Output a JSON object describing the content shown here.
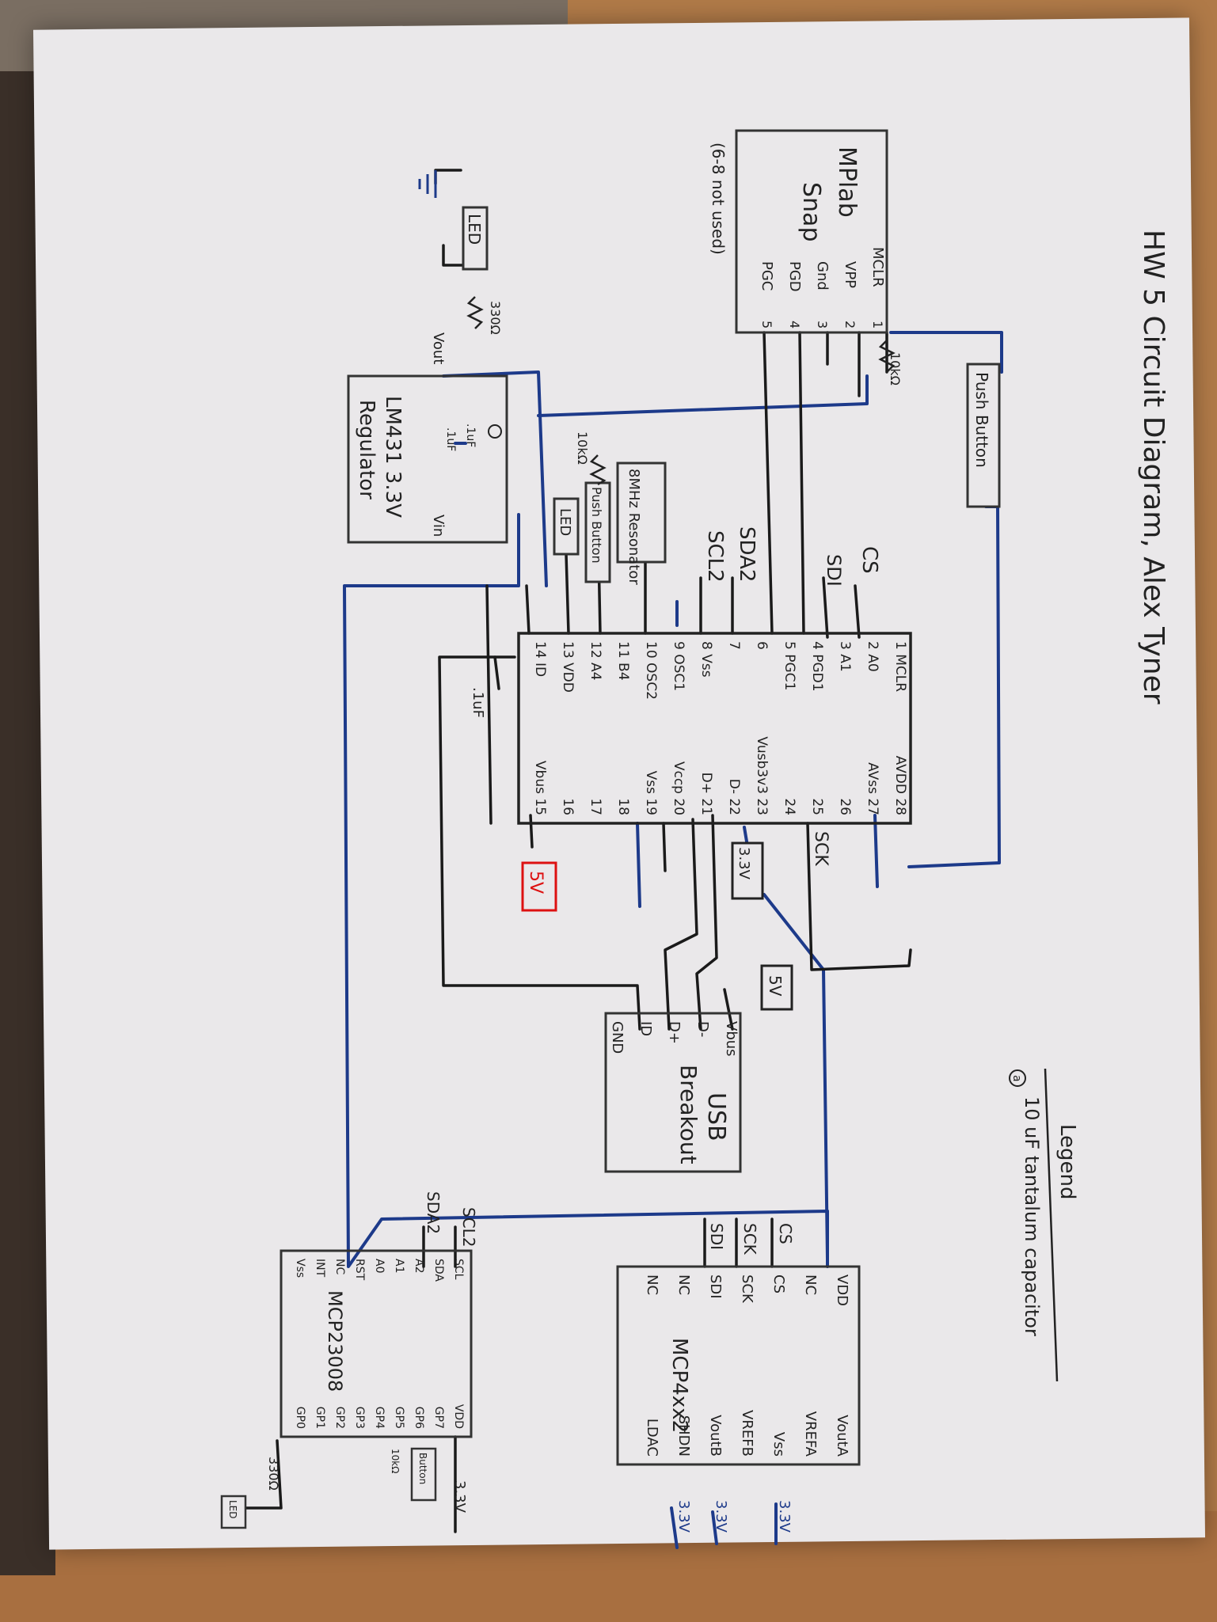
{
  "title": "HW 5 Circuit Diagram, Alex Tyner",
  "legend": {
    "heading": "Legend",
    "items": [
      "10 uF tantalum capacitor"
    ],
    "marker": "a"
  },
  "mplab": {
    "lines": [
      "MPlab",
      "Snap"
    ],
    "pins": [
      "MCLR",
      "VPP",
      "Gnd",
      "PGD",
      "PGC"
    ],
    "pin_numbers": [
      "1",
      "2",
      "3",
      "4",
      "5"
    ],
    "note": "(6-8 not used)"
  },
  "push_button_top": "Push Button",
  "resistor_10k_top": "10kΩ",
  "pic": {
    "left_pins": [
      "1 MCLR",
      "2 A0",
      "3 A1",
      "4 PGD1",
      "5 PGC1",
      "6",
      "7",
      "8 Vss",
      "9 OSC1",
      "10 OSC2",
      "11 B4",
      "12 A4",
      "13 VDD",
      "14 ID"
    ],
    "right_pins": [
      "AVDD 28",
      "AVss 27",
      "26",
      "25",
      "24",
      "Vusb3v3 23",
      "D- 22",
      "D+ 21",
      "Vccp 20",
      "Vss 19",
      "18",
      "17",
      "16",
      "Vbus 15"
    ],
    "left_labels": [
      "CS",
      "SDI",
      "SDA2",
      "SCL2"
    ],
    "sck_label": "SCK"
  },
  "components": {
    "resonator": "8MHz Resonator",
    "push_button": "Push Button",
    "led": "LED",
    "resistor_10k": "10kΩ",
    "led_top": "LED",
    "resistor_330": "330Ω",
    "cap_01": ".1uF",
    "cap_1uf": ".1uF",
    "cap_01b": ".1uF",
    "supply_5v": "5V",
    "supply_3v3": "3.3V",
    "supply_5v_usb": "5V"
  },
  "regulator": {
    "lines": [
      "LM431 3.3V",
      "Regulator"
    ],
    "vout": "Vout",
    "vin": "Vin"
  },
  "usb": {
    "lines": [
      "USB",
      "Breakout"
    ],
    "pins": [
      "Vbus",
      "D-",
      "D+",
      "ID",
      "GND"
    ]
  },
  "mcp23008": {
    "name": "MCP23008",
    "left_pins": [
      "SCL",
      "SDA",
      "A2",
      "A1",
      "A0",
      "RST",
      "NC",
      "INT",
      "Vss"
    ],
    "right_pins": [
      "VDD",
      "GP7",
      "GP6",
      "GP5",
      "GP4",
      "GP3",
      "GP2",
      "GP1",
      "GP0"
    ],
    "labels": [
      "SCL2",
      "SDA2"
    ],
    "supply": "3.3V",
    "resistor": "330Ω",
    "button": "Button",
    "led": "LED",
    "res_10k": "10kΩ"
  },
  "mcp4xx2": {
    "name": "MCP4xx2",
    "left_pins": [
      "VDD",
      "NC",
      "CS",
      "SCK",
      "SDI",
      "NC",
      "NC"
    ],
    "right_pins": [
      "VoutA",
      "VREFA",
      "Vss",
      "VREFB",
      "VoutB",
      "SHDN",
      "LDAC"
    ],
    "labels": [
      "CS",
      "SCK",
      "SDI"
    ],
    "supply_labels": [
      "3.3V",
      "3.3V",
      "3.3V"
    ]
  }
}
